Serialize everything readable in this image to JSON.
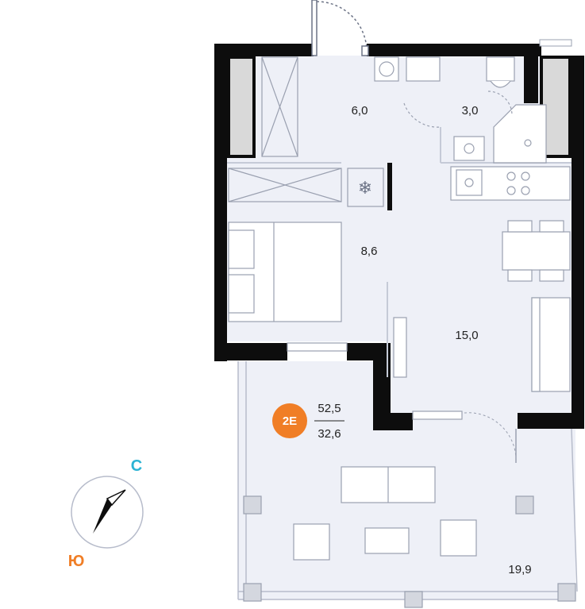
{
  "rooms": [
    {
      "id": "hall",
      "area": "6,0"
    },
    {
      "id": "bathroom",
      "area": "3,0"
    },
    {
      "id": "bedroom",
      "area": "8,6"
    },
    {
      "id": "living",
      "area": "15,0"
    },
    {
      "id": "terrace",
      "area": "19,9"
    }
  ],
  "unit": {
    "code": "2E",
    "total_area": "52,5",
    "living_area": "32,6",
    "badge_color": "#f07e26"
  },
  "compass": {
    "north": "С",
    "south": "Ю",
    "north_color": "#2bb3d4",
    "south_color": "#f07e26"
  },
  "colors": {
    "wall": "#0d0d0d",
    "floor": "#eef0f7",
    "terrace": "#eef0f7",
    "furniture_stroke": "#9aa0b0"
  }
}
